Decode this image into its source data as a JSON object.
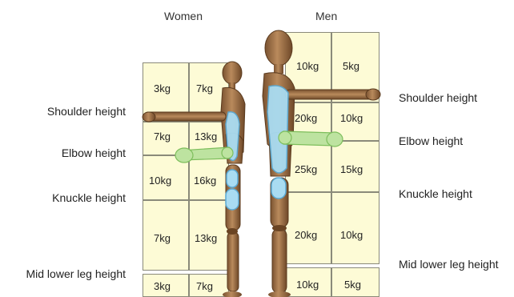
{
  "headers": {
    "women": "Women",
    "men": "Men"
  },
  "left_labels": [
    "Shoulder height",
    "Elbow height",
    "Knuckle height",
    "Mid lower leg height"
  ],
  "right_labels": [
    "Shoulder height",
    "Elbow height",
    "Knuckle height",
    "Mid lower leg height"
  ],
  "women_weights": [
    [
      "3kg",
      "7kg"
    ],
    [
      "7kg",
      "13kg"
    ],
    [
      "10kg",
      "16kg"
    ],
    [
      "7kg",
      "13kg"
    ],
    [
      "3kg",
      "7kg"
    ]
  ],
  "men_weights": [
    [
      "10kg",
      "5kg"
    ],
    [
      "20kg",
      "10kg"
    ],
    [
      "25kg",
      "15kg"
    ],
    [
      "20kg",
      "10kg"
    ],
    [
      "10kg",
      "5kg"
    ]
  ]
}
